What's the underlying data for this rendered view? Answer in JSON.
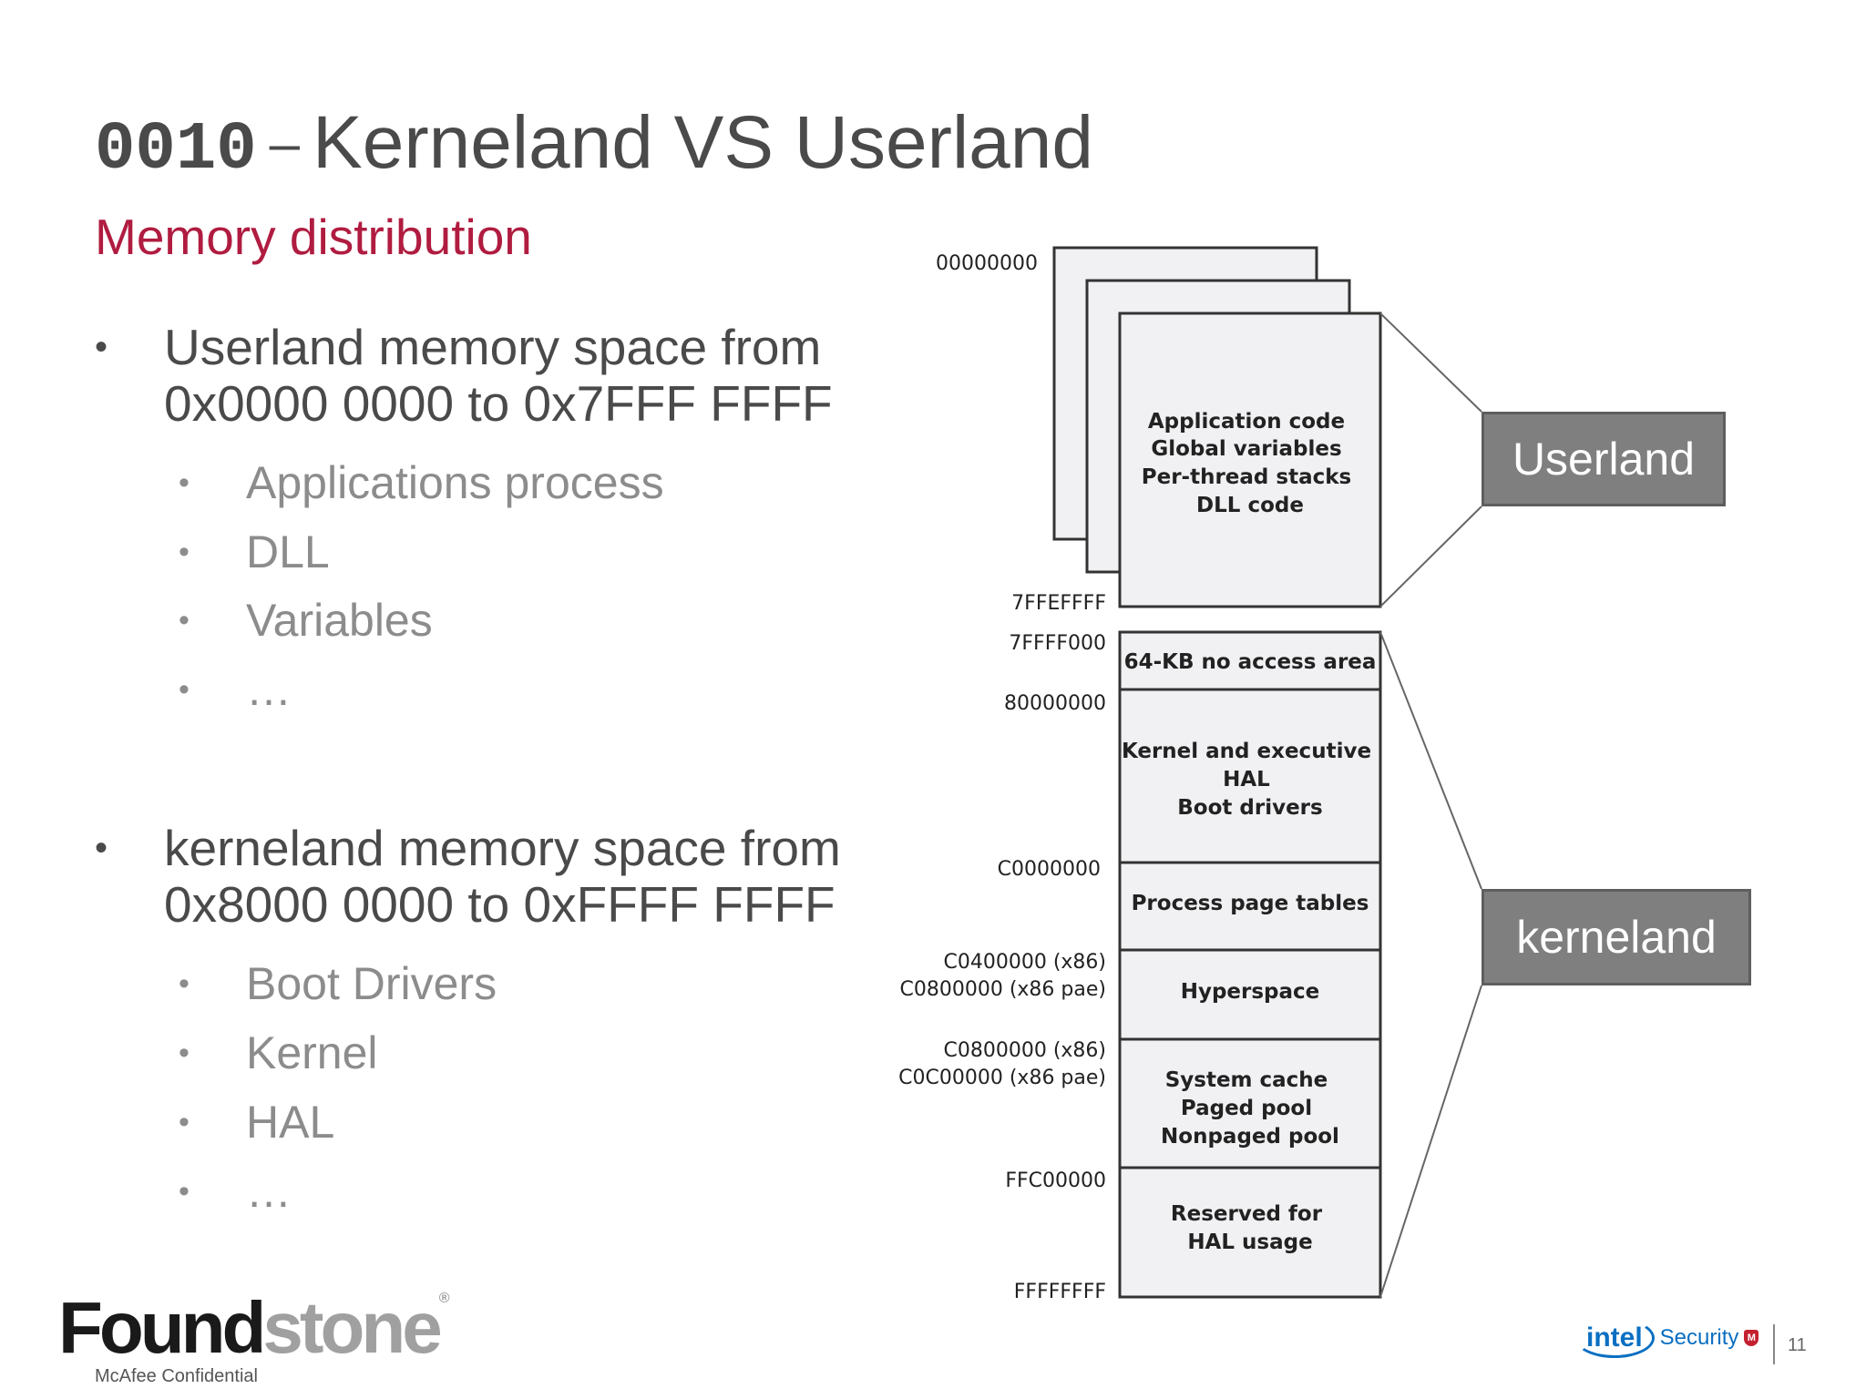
{
  "slide": {
    "title_code": "0010",
    "title_dash": "–",
    "title_text": "Kerneland VS Userland",
    "subtitle": "Memory distribution"
  },
  "bullets": {
    "userland": {
      "line1": "Userland memory space from",
      "line2": "0x0000 0000 to 0x7FFF FFFF",
      "items": [
        "Applications process",
        "DLL",
        "Variables",
        "…"
      ]
    },
    "kerneland": {
      "line1": "kerneland memory space from",
      "line2": "0x8000 0000 to 0xFFFF FFFF",
      "items": [
        "Boot Drivers",
        "Kernel",
        "HAL",
        "…"
      ]
    }
  },
  "diagram": {
    "addresses": {
      "a00000000": "00000000",
      "a7FFEFFFF": "7FFEFFFF",
      "a7FFFF000": "7FFFF000",
      "a80000000": "80000000",
      "aC0000000": "C0000000",
      "aC0400000": "C0400000 (x86)",
      "aC0800000pae": "C0800000 (x86 pae)",
      "aC0800000": "C0800000 (x86)",
      "aC0C00000pae": "C0C00000 (x86 pae)",
      "aFFC00000": "FFC00000",
      "aFFFFFFFF": "FFFFFFFF"
    },
    "user_block": [
      "Application code",
      "Global variables",
      "Per-thread stacks",
      "DLL code"
    ],
    "kernel_blocks": {
      "noaccess": [
        "64-KB no access area"
      ],
      "kernel": [
        "Kernel and executive",
        "HAL",
        "Boot drivers"
      ],
      "pagetables": [
        "Process page tables"
      ],
      "hyperspace": [
        "Hyperspace"
      ],
      "cache": [
        "System cache",
        "Paged pool",
        "Nonpaged pool"
      ],
      "reserved": [
        "Reserved for",
        "HAL usage"
      ]
    },
    "labels": {
      "userland": "Userland",
      "kerneland": "kerneland"
    }
  },
  "footer": {
    "logo_part1": "Found",
    "logo_part2": "stone",
    "logo_reg": "®",
    "confidential": "McAfee Confidential",
    "intel": "intel",
    "security": "Security",
    "page_number": "11"
  }
}
